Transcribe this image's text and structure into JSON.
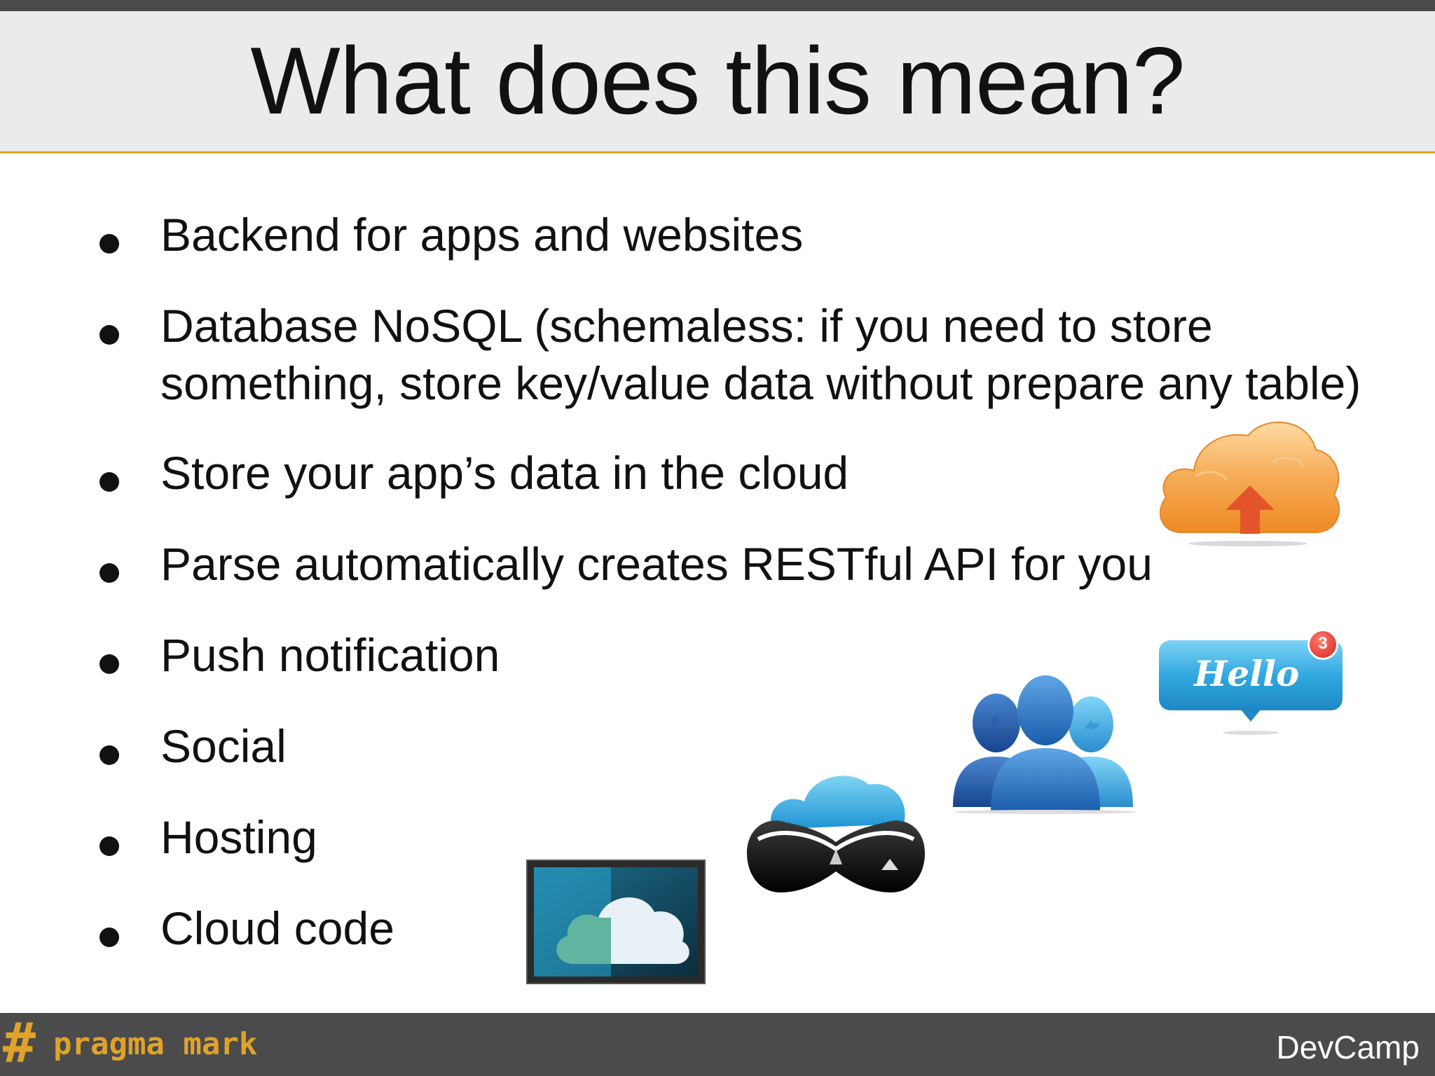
{
  "slide": {
    "title": "What does this mean?",
    "bullets": [
      {
        "line1": "Backend for apps and websites",
        "line2": ""
      },
      {
        "line1": "Database NoSQL (schemaless: if you need to store",
        "line2": "something, store key/value data without prepare any table)"
      },
      {
        "line1": "Store your app’s data in the cloud",
        "line2": ""
      },
      {
        "line1": "Parse automatically creates RESTful API for you",
        "line2": ""
      },
      {
        "line1": "Push notification",
        "line2": ""
      },
      {
        "line1": "Social",
        "line2": ""
      },
      {
        "line1": "Hosting",
        "line2": ""
      },
      {
        "line1": "Cloud code",
        "line2": ""
      }
    ]
  },
  "illustrations": {
    "push_bubble_text": "Hello",
    "push_badge_count": "3"
  },
  "footer": {
    "hash_symbol": "#",
    "brand": "pragma mark",
    "event": "DevCamp"
  },
  "colors": {
    "accent": "#e0a22a",
    "title_band": "#ebebeb",
    "footer": "#4b4b4b",
    "cloud_orange": "#f39a2e",
    "bubble_blue": "#2a9fd9",
    "badge_red": "#e0302a"
  }
}
